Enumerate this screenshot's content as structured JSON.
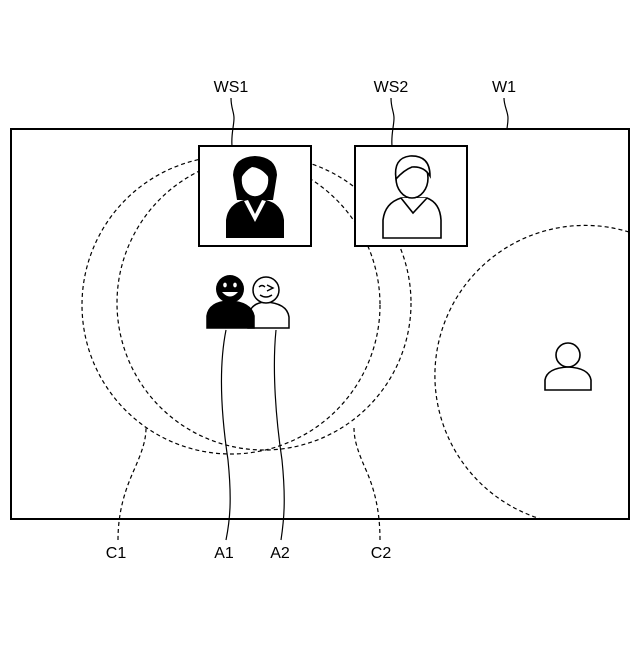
{
  "labels": {
    "workspace_1": "WS1",
    "workspace_2": "WS2",
    "window": "W1",
    "circle_1": "C1",
    "avatar_1": "A1",
    "avatar_2": "A2",
    "circle_2": "C2"
  },
  "icons": {
    "participant_female": "woman-icon",
    "participant_male": "man-icon",
    "avatar_1": "smiling-avatar-icon",
    "avatar_2": "winking-avatar-icon",
    "other_user": "user-icon"
  },
  "colors": {
    "line": "#000000",
    "background": "#ffffff"
  }
}
